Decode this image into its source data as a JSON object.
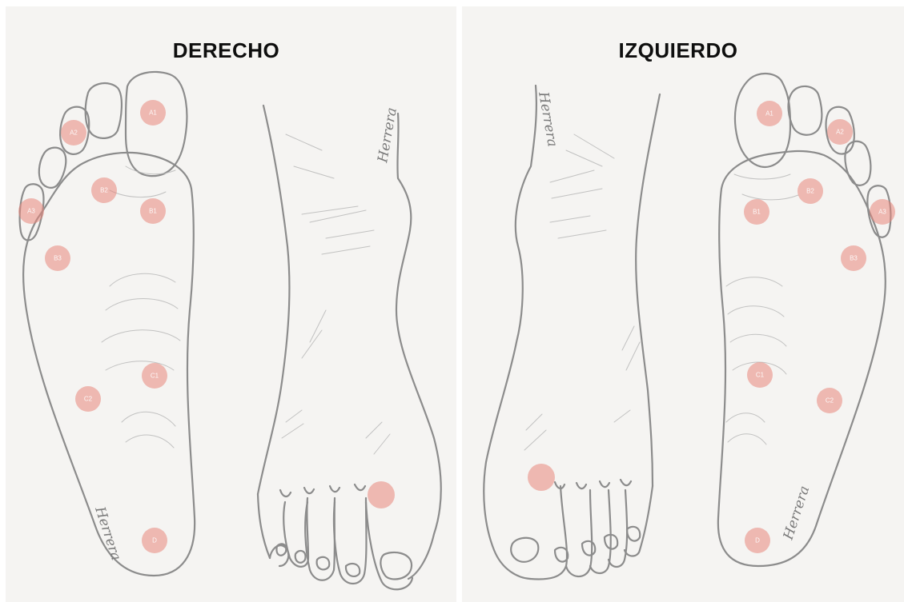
{
  "panels": {
    "right": {
      "title": "DERECHO"
    },
    "left": {
      "title": "IZQUIERDO"
    }
  },
  "signature": "Herrera",
  "points": {
    "a1": "A1",
    "a2": "A2",
    "a3": "A3",
    "b1": "B1",
    "b2": "B2",
    "b3": "B3",
    "c1": "C1",
    "c2": "C2",
    "d": "D"
  },
  "colors": {
    "point": "#e8877c",
    "outline": "#8c8c8c",
    "paper": "#f5f4f2",
    "title": "#0e0e0e"
  }
}
